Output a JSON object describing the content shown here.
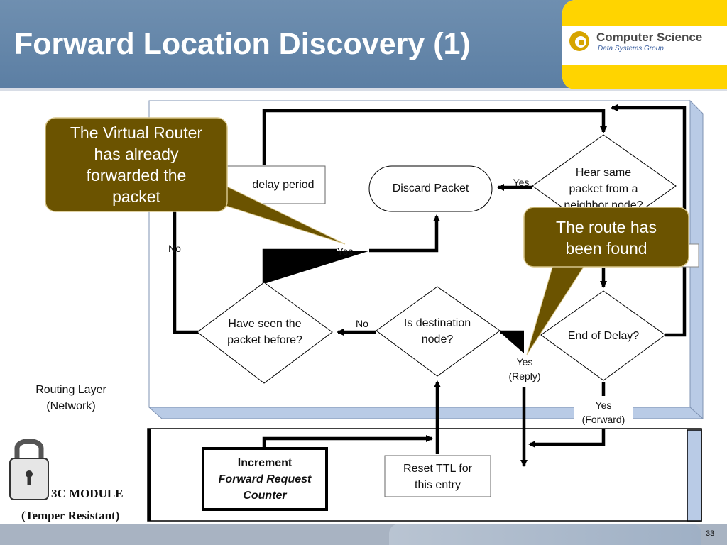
{
  "title": "Forward Location Discovery (1)",
  "logo": {
    "name": "Computer Science",
    "subtitle": "Data Systems Group"
  },
  "nodes": {
    "delay_period": "delay period",
    "discard_packet": "Discard Packet",
    "hear_same_line1": "Hear same",
    "hear_same_line2": "packet from a",
    "hear_same_line3": "neighbor node?",
    "have_seen_line1": "Have seen the",
    "have_seen_line2": "packet before?",
    "is_dest_line1": "Is destination",
    "is_dest_line2": "node?",
    "end_of_delay": "End of Delay?",
    "increment_line1": "Increment",
    "increment_line2": "Forward Request",
    "increment_line3": "Counter",
    "reset_ttl_line1": "Reset TTL for",
    "reset_ttl_line2": "this entry"
  },
  "edge_labels": {
    "yes_discard": "Yes",
    "no_left": "No",
    "yes_seen": "Yes",
    "no_dest": "No",
    "yes_reply_1": "Yes",
    "yes_reply_2": "(Reply)",
    "yes_forward_1": "Yes",
    "yes_forward_2": "(Forward)"
  },
  "routing_layer": {
    "line1": "Routing Layer",
    "line2": "(Network)"
  },
  "module": {
    "name": "3C MODULE",
    "note": "(Temper Resistant)"
  },
  "callouts": {
    "virtual_router": [
      "The Virtual Router",
      "has already",
      "forwarded the",
      "packet"
    ],
    "route_found": [
      "The route has",
      "been found"
    ]
  },
  "page_number": "33",
  "colors": {
    "header": "#5b7ea3",
    "callout_fill": "#6b5300",
    "panel_shadow": "#b9cbe6",
    "logo_yellow": "#ffd400"
  }
}
